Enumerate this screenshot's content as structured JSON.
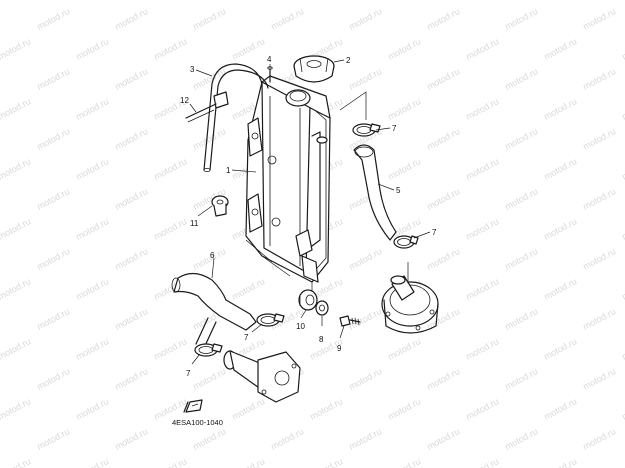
{
  "watermark": "motod.ru",
  "diagram_code": "4ESA100-1040",
  "callouts": {
    "radiator": "1",
    "radiator_cap": "2",
    "breather_hose": "3",
    "overflow_pipe": "4",
    "upper_hose": "5",
    "lower_hose": "6",
    "clamp_upper": "7",
    "clamp_right": "7",
    "clamp_left": "7",
    "clamp_lower": "7",
    "collar": "8",
    "bolt": "9",
    "grommet": "10",
    "damper": "11",
    "hose_holder": "12"
  },
  "colors": {
    "line": "#1a1a1a",
    "watermark": "#d9d9d9",
    "background": "#ffffff"
  }
}
